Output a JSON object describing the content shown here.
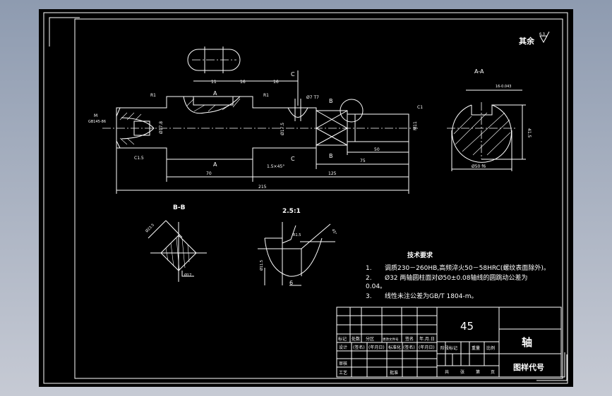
{
  "roughness": {
    "label": "其余",
    "value": "6.3"
  },
  "main_view": {
    "dims": {
      "d70": "70",
      "d125": "125",
      "d215": "215",
      "d75": "75",
      "d50": "50",
      "d11": "11",
      "d16a": "16",
      "d16b": "16",
      "chamfer": "1.5×45°",
      "thread": "M11",
      "c1": "C1",
      "c15": "C1.5",
      "r1a": "R1",
      "r1b": "R1",
      "dia_left": "Ø17.8",
      "dia_mid": "Ø17.5",
      "hole": "Ø7 T7",
      "center": "M",
      "center_note": "GB145-86"
    },
    "section_marks": {
      "a_top": "A",
      "a_bot": "A",
      "b_top": "B",
      "b_bot": "B",
      "c_top": "C",
      "c_bot": "C"
    }
  },
  "section_aa": {
    "title": "A-A",
    "key": "16-0.043",
    "height": "41.5",
    "dia": "Ø50 f6"
  },
  "section_bb": {
    "title": "B-B",
    "size": "Ø23.5",
    "hole": "Ø17"
  },
  "detail": {
    "scale": "2.5:1",
    "radius": "R1.5",
    "angle": "45°",
    "dia": "Ø11.5",
    "width": "6"
  },
  "tech_req": {
    "title": "技术要求",
    "items": [
      {
        "num": "1.",
        "text": "调质230－260HB,高频淬火50－58HRC(螺纹表面除外)。"
      },
      {
        "num": "2.",
        "text": "Ø32 两轴圆柱面对Ø50±0.08轴线的圆跳动公差为"
      },
      {
        "num": "",
        "text": "0.04。"
      },
      {
        "num": "3.",
        "text": "线性未注公差为GB/T  1804-m。"
      }
    ]
  },
  "title_block": {
    "material": "45",
    "part_name": "轴",
    "drawing_no_label": "图样代号",
    "header_row": [
      "标记",
      "处数",
      "分区",
      "更改文件号",
      "签名",
      "年.月.日"
    ],
    "design_row": [
      "设计",
      "(签名)",
      "(年月日)",
      "标准化",
      "(签名)",
      "(年月日)"
    ],
    "review": "审核",
    "process": "工艺",
    "approve": "批准",
    "stage_row": [
      "阶段标记",
      "重量",
      "比例"
    ],
    "sheet_row": [
      "共",
      "张",
      "第",
      "页"
    ]
  }
}
